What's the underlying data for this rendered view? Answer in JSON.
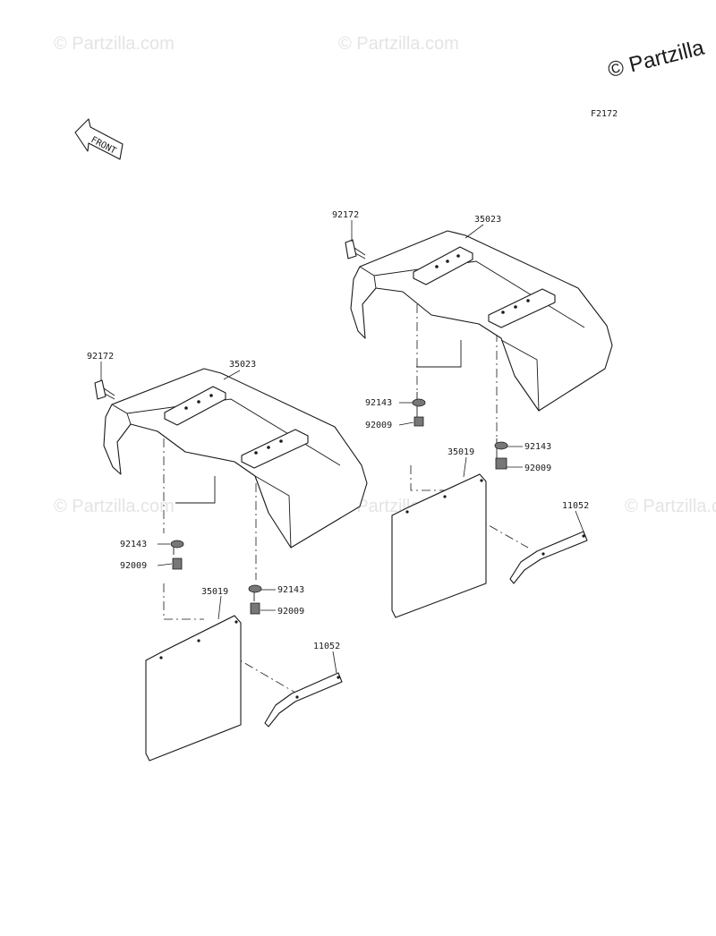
{
  "watermark": {
    "text": "© Partzilla.com",
    "corner_text": "© Partzilla"
  },
  "figure_code": "F2172",
  "front_arrow": {
    "label": "FRONT"
  },
  "callouts": {
    "right": {
      "p92172": "92172",
      "p35023": "35023",
      "p92143_a": "92143",
      "p92009_a": "92009",
      "p92143_b": "92143",
      "p92009_b": "92009",
      "p35019": "35019",
      "p11052": "11052"
    },
    "left": {
      "p92172": "92172",
      "p35023": "35023",
      "p92143_a": "92143",
      "p92009_a": "92009",
      "p92143_b": "92143",
      "p92009_b": "92009",
      "p35019": "35019",
      "p11052": "11052"
    }
  },
  "colors": {
    "line": "#1a1a1a",
    "watermark": "#e4e4e4",
    "background": "#ffffff"
  }
}
